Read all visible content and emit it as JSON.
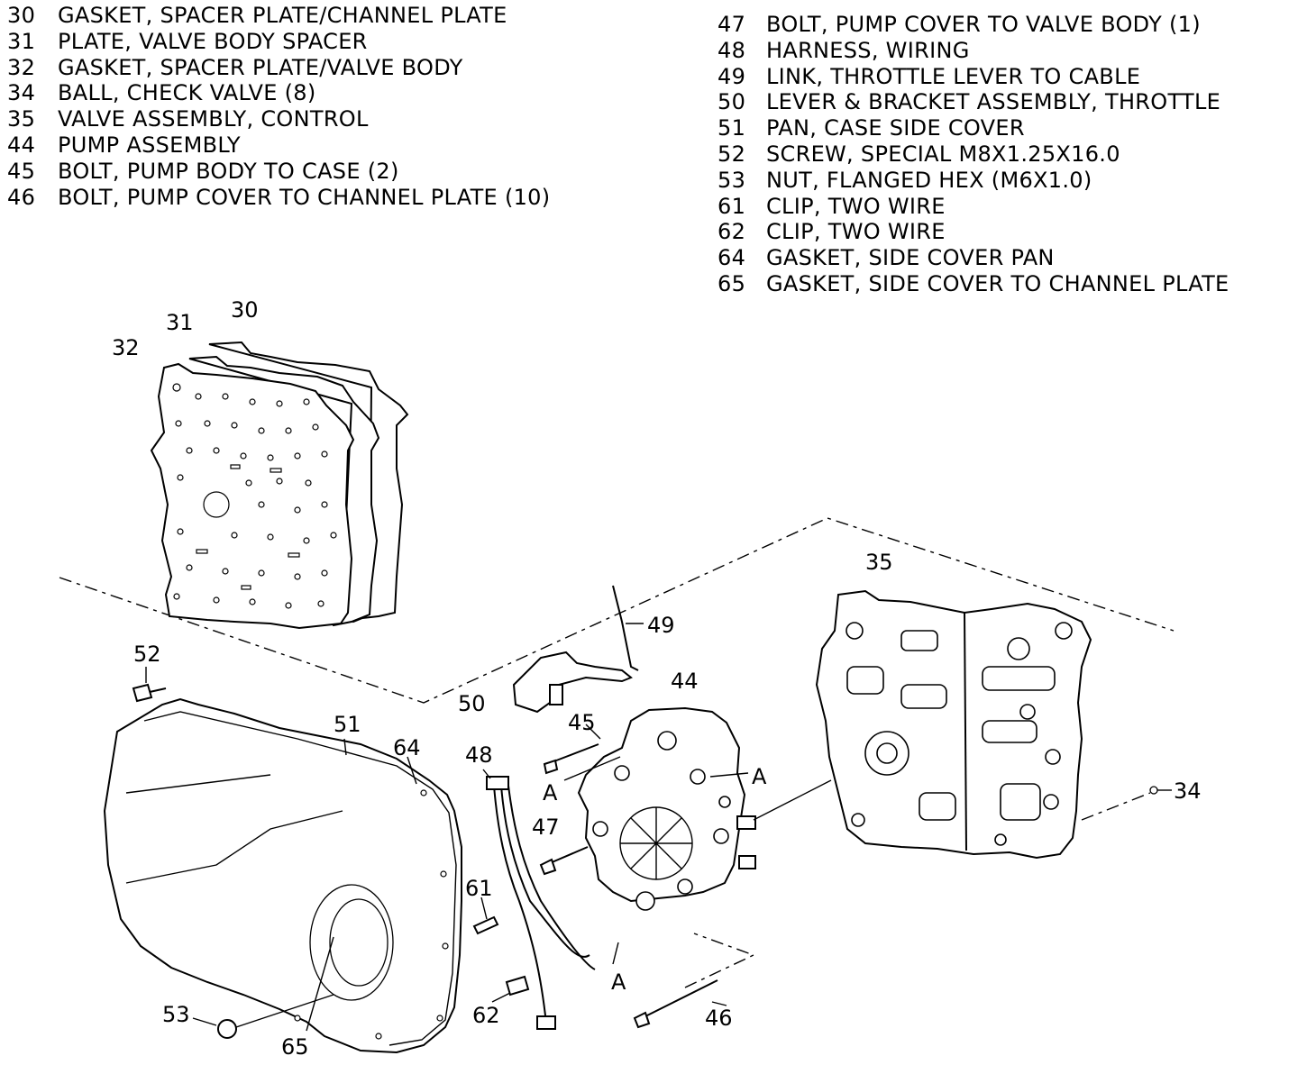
{
  "legend_left": [
    {
      "num": "30",
      "text": "GASKET, SPACER PLATE/CHANNEL PLATE"
    },
    {
      "num": "31",
      "text": "PLATE, VALVE BODY SPACER"
    },
    {
      "num": "32",
      "text": "GASKET, SPACER PLATE/VALVE BODY"
    },
    {
      "num": "34",
      "text": "BALL, CHECK VALVE (8)"
    },
    {
      "num": "35",
      "text": "VALVE ASSEMBLY, CONTROL"
    },
    {
      "num": "44",
      "text": "PUMP ASSEMBLY"
    },
    {
      "num": "45",
      "text": "BOLT, PUMP BODY TO CASE (2)"
    },
    {
      "num": "46",
      "text": "BOLT, PUMP COVER TO CHANNEL PLATE (10)"
    }
  ],
  "legend_right": [
    {
      "num": "47",
      "text": "BOLT, PUMP COVER TO VALVE BODY (1)"
    },
    {
      "num": "48",
      "text": "HARNESS, WIRING"
    },
    {
      "num": "49",
      "text": "LINK, THROTTLE LEVER TO CABLE"
    },
    {
      "num": "50",
      "text": "LEVER & BRACKET ASSEMBLY, THROTTLE"
    },
    {
      "num": "51",
      "text": "PAN, CASE SIDE COVER"
    },
    {
      "num": "52",
      "text": "SCREW, SPECIAL M8X1.25X16.0"
    },
    {
      "num": "53",
      "text": "NUT, FLANGED HEX (M6X1.0)"
    },
    {
      "num": "61",
      "text": "CLIP, TWO WIRE"
    },
    {
      "num": "62",
      "text": "CLIP, TWO WIRE"
    },
    {
      "num": "64",
      "text": "GASKET, SIDE COVER PAN"
    },
    {
      "num": "65",
      "text": "GASKET, SIDE COVER TO CHANNEL PLATE"
    }
  ],
  "callouts": {
    "c30": "30",
    "c31": "31",
    "c32": "32",
    "c35": "35",
    "c49": "49",
    "c52": "52",
    "c50": "50",
    "c44": "44",
    "c51": "51",
    "c64": "64",
    "c45": "45",
    "c48": "48",
    "cA1": "A",
    "cA2": "A",
    "c34": "34",
    "c47": "47",
    "c61": "61",
    "cA3": "A",
    "c62": "62",
    "c46": "46",
    "c53": "53",
    "c65": "65"
  }
}
